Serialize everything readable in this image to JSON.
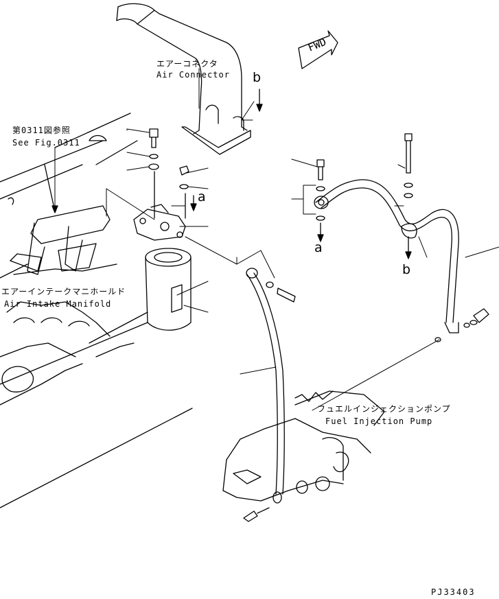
{
  "labels": {
    "air_connector_jp": "エアーコネクタ",
    "air_connector_en": "Air Connector",
    "see_fig_jp": "第0311図参照",
    "see_fig_en": "See Fig.0311",
    "air_intake_jp": "エアーインテークマニホールド",
    "air_intake_en": "Air Intake Manifold",
    "fuel_pump_jp": "フュエルインジェクションポンプ",
    "fuel_pump_en": "Fuel Injection Pump",
    "fwd": "FWD",
    "ref_a_1": "a",
    "ref_a_2": "a",
    "ref_b_1": "b",
    "ref_b_2": "b",
    "drawing_number": "PJ33403"
  }
}
